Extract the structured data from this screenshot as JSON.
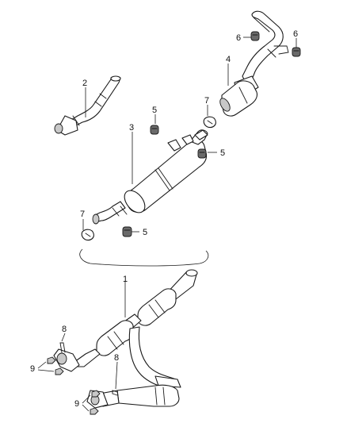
{
  "callouts": {
    "c1": "1",
    "c2": "2",
    "c3": "3",
    "c4": "4",
    "c5a": "5",
    "c5b": "5",
    "c5c": "5",
    "c6a": "6",
    "c6b": "6",
    "c7a": "7",
    "c7b": "7",
    "c8a": "8",
    "c8b": "8",
    "c9a": "9",
    "c9b": "9"
  }
}
